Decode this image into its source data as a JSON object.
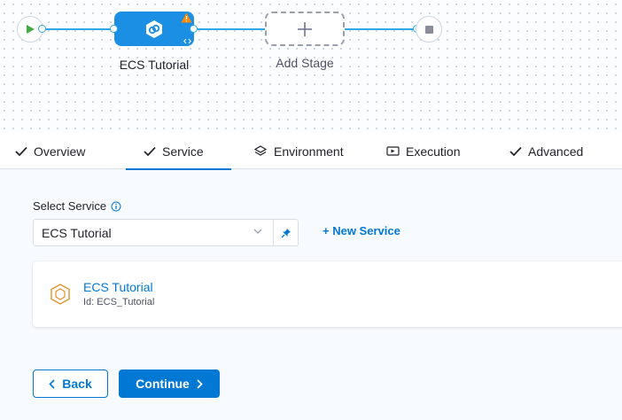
{
  "pipeline": {
    "stage_name": "ECS Tutorial",
    "add_stage_label": "Add Stage"
  },
  "tabs": [
    {
      "label": "Overview",
      "icon": "check-icon",
      "active": false
    },
    {
      "label": "Service",
      "icon": "check-icon",
      "active": true
    },
    {
      "label": "Environment",
      "icon": "environment-icon",
      "active": false
    },
    {
      "label": "Execution",
      "icon": "execution-icon",
      "active": false
    },
    {
      "label": "Advanced",
      "icon": "check-icon",
      "active": false
    }
  ],
  "form": {
    "select_label": "Select Service",
    "selected_value": "ECS Tutorial",
    "new_service_label": "+ New Service"
  },
  "service_card": {
    "name": "ECS Tutorial",
    "id_text": "Id: ECS_Tutorial"
  },
  "footer": {
    "back_label": "Back",
    "continue_label": "Continue"
  },
  "colors": {
    "accent": "#0278d5",
    "stage": "#1b8fe4",
    "connector": "#2ea8e5",
    "warning": "#ff8800",
    "start": "#42ab45"
  }
}
